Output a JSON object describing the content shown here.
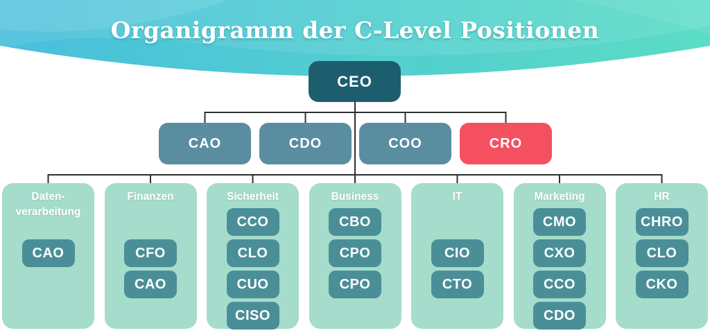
{
  "title": "Organigramm der C-Level Positionen",
  "colors": {
    "header_gradient_start": "#49bfdc",
    "header_gradient_end": "#5adcc5",
    "root_box": "#1d5e6e",
    "level2_box": "#5b8da0",
    "accent_box": "#f5505f",
    "panel_bg": "#a5dccb",
    "role_box": "#4a8f98",
    "connector": "#2e2e2e",
    "node_text": "#ffffff"
  },
  "org": {
    "root": {
      "label": "CEO"
    },
    "level2": [
      {
        "label": "CAO",
        "accent": false
      },
      {
        "label": "CDO",
        "accent": false
      },
      {
        "label": "COO",
        "accent": false
      },
      {
        "label": "CRO",
        "accent": true
      }
    ],
    "departments": [
      {
        "name_lines": [
          "Daten-",
          "verarbeitung"
        ],
        "start_row": 1,
        "roles": [
          "CAO"
        ]
      },
      {
        "name_lines": [
          "Finanzen"
        ],
        "start_row": 1,
        "roles": [
          "CFO",
          "CAO"
        ]
      },
      {
        "name_lines": [
          "Sicherheit"
        ],
        "start_row": 0,
        "roles": [
          "CCO",
          "CLO",
          "CUO",
          "CISO"
        ]
      },
      {
        "name_lines": [
          "Business"
        ],
        "start_row": 0,
        "roles": [
          "CBO",
          "CPO",
          "CPO"
        ]
      },
      {
        "name_lines": [
          "IT"
        ],
        "start_row": 1,
        "roles": [
          "CIO",
          "CTO"
        ]
      },
      {
        "name_lines": [
          "Marketing"
        ],
        "start_row": 0,
        "roles": [
          "CMO",
          "CXO",
          "CCO",
          "CDO"
        ]
      },
      {
        "name_lines": [
          "HR"
        ],
        "start_row": 0,
        "roles": [
          "CHRO",
          "CLO",
          "CKO"
        ]
      }
    ]
  }
}
